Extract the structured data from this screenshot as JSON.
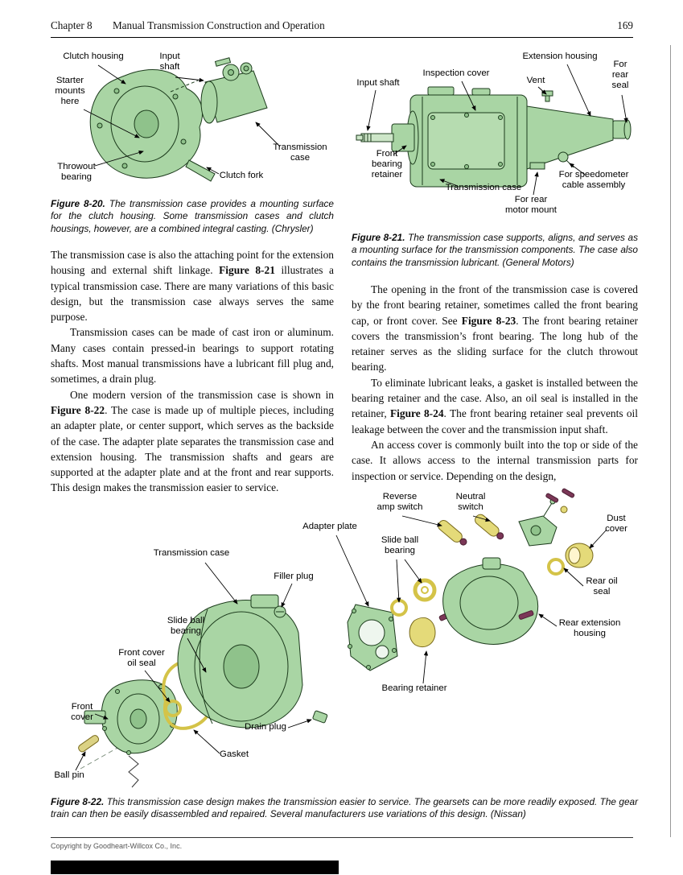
{
  "header": {
    "chapter": "Chapter 8",
    "title": "Manual Transmission Construction and Operation",
    "page_number": "169"
  },
  "colors": {
    "illustration_green": "#a9d5a4",
    "illustration_green_dark": "#8fc28b",
    "outline_green": "#1c3b1c",
    "part_yellow": "#e4da79",
    "seal_yellow": "#d4c348",
    "bolt_purple": "#7b3757"
  },
  "figure20": {
    "labels": {
      "clutch_housing": "Clutch housing",
      "input_shaft": "Input\nshaft",
      "starter_mounts_here": "Starter\nmounts\nhere",
      "throwout_bearing": "Throwout\nbearing",
      "clutch_fork": "Clutch fork",
      "transmission_case": "Transmission\ncase"
    },
    "caption": {
      "number": "Figure 8-20.",
      "text": " The transmission case provides a mounting surface for the clutch housing. Some transmission cases and clutch housings, however, are a combined integral casting. (Chrysler)"
    }
  },
  "figure21": {
    "labels": {
      "input_shaft": "Input shaft",
      "inspection_cover": "Inspection cover",
      "vent": "Vent",
      "extension_housing": "Extension housing",
      "for_rear_seal": "For\nrear\nseal",
      "front_bearing_retainer": "Front\nbearing\nretainer",
      "transmission_case": "Transmission case",
      "for_speedometer": "For speedometer\ncable assembly",
      "for_rear_motor_mount": "For rear\nmotor mount"
    },
    "caption": {
      "number": "Figure 8-21.",
      "text": " The transmission case supports, aligns, and serves as a mounting surface for the transmission components. The case also contains the transmission lubricant. (General Motors)"
    }
  },
  "figure22": {
    "labels": {
      "reverse_amp_switch": "Reverse\namp switch",
      "neutral_switch": "Neutral\nswitch",
      "dust_cover": "Dust\ncover",
      "adapter_plate": "Adapter plate",
      "slide_ball_bearing_right": "Slide ball\nbearing",
      "transmission_case": "Transmission case",
      "filler_plug": "Filler plug",
      "rear_oil_seal": "Rear oil\nseal",
      "rear_extension_housing": "Rear extension\nhousing",
      "slide_ball_bearing_left": "Slide ball\nbearing",
      "front_cover_oil_seal": "Front cover\noil seal",
      "front_cover": "Front\ncover",
      "drain_plug": "Drain plug",
      "bearing_retainer": "Bearing retainer",
      "gasket": "Gasket",
      "ball_pin": "Ball pin"
    },
    "caption": {
      "number": "Figure 8-22.",
      "text": " This transmission case design makes the transmission easier to service. The gearsets can be more readily exposed. The gear train can then be easily disassembled and repaired. Several manufacturers use variations of this design. (Nissan)"
    }
  },
  "body": {
    "left": {
      "p1": {
        "pre": "The transmission case is also the attaching point for the extension housing and external shift linkage. ",
        "bold": "Figure 8-21",
        "post": " illustrates a typical transmission case. There are many variations of this basic design, but the transmission case always serves the same purpose."
      },
      "p2": {
        "text": "Transmission cases can be made of cast iron or aluminum. Many cases contain pressed-in bearings to support rotating shafts. Most manual transmissions have a lubricant fill plug and, sometimes, a drain plug."
      },
      "p3": {
        "pre": "One modern version of the transmission case is shown in ",
        "bold": "Figure 8-22",
        "post": ". The case is made up of multiple pieces, including an adapter plate, or center support, which serves as the backside of the case. The adapter plate separates the transmission case and extension housing. The transmission shafts and gears are supported at the adapter plate and at the front and rear supports. This design makes the transmission easier to service."
      }
    },
    "right": {
      "p1": {
        "pre": "The opening in the front of the transmission case is covered by the front bearing retainer, sometimes called the front bearing cap, or front cover. See ",
        "bold": "Figure 8-23",
        "post": ". The front bearing retainer covers the transmission’s front bearing. The long hub of the retainer serves as the sliding surface for the clutch throwout bearing."
      },
      "p2": {
        "pre": "To eliminate lubricant leaks, a gasket is installed between the bearing retainer and the case. Also, an oil seal is installed in the retainer, ",
        "bold": "Figure 8-24",
        "post": ". The front bearing retainer seal prevents oil leakage between the cover and the transmission input shaft."
      },
      "p3": {
        "text": "An access cover is commonly built into the top or side of the case. It allows access to the internal transmission parts for inspection or service. Depending on the design,"
      }
    }
  },
  "footer": {
    "copyright": "Copyright by Goodheart-Willcox Co., Inc."
  }
}
